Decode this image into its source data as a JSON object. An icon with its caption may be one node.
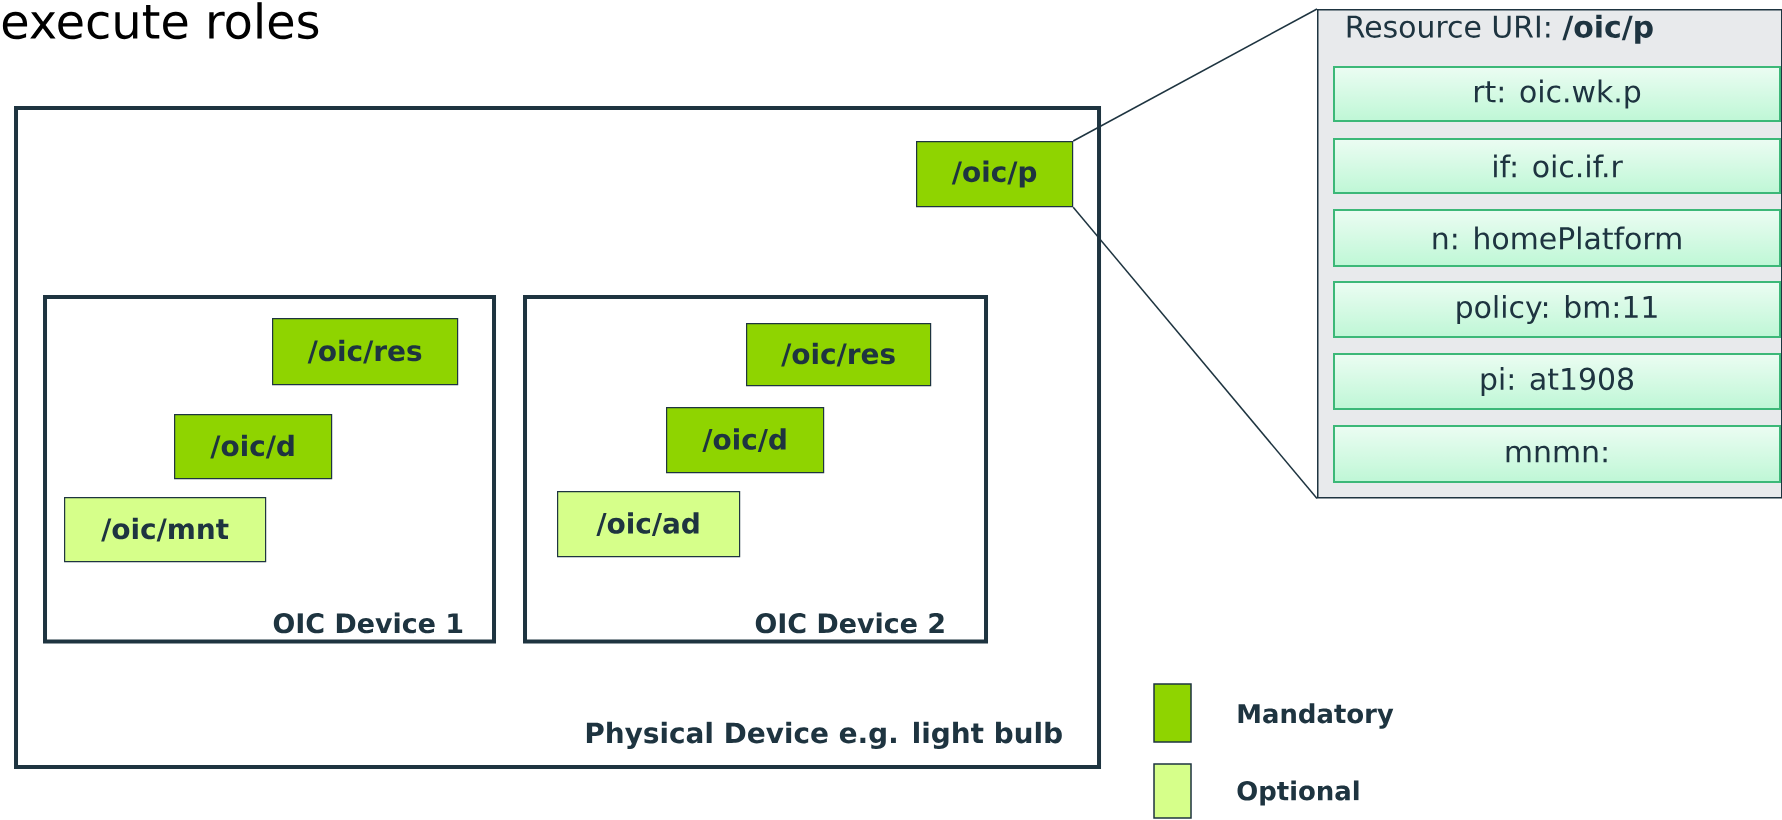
{
  "diagram": {
    "title": "execute roles",
    "nodes": [
      {
        "text": [
          "Physical Device e.g. light bulb"
        ]
      },
      {
        "text": [
          "OIC Device 1"
        ],
        "in": 0
      },
      {
        "text": [
          "OIC Device 2"
        ],
        "in": 0
      },
      {
        "text": [
          "/oic/p"
        ],
        "in": 0
      },
      {
        "text": [
          "/oic/res"
        ],
        "in": 1
      },
      {
        "text": [
          "/oic/d"
        ],
        "in": 1
      },
      {
        "text": [
          "/oic/mnt"
        ],
        "in": 1
      },
      {
        "text": [
          "/oic/res"
        ],
        "in": 2
      },
      {
        "text": [
          "/oic/d"
        ],
        "in": 2
      },
      {
        "text": [
          "/oic/ad"
        ],
        "in": 2
      },
      {
        "text": [
          "Resource URI: **/oic/p**"
        ]
      },
      {
        "text": [
          "rt: oic.wk.p"
        ],
        "in": 10
      },
      {
        "text": [
          "if: oic.if.r"
        ],
        "in": 10
      },
      {
        "text": [
          "n: homePlatform"
        ],
        "in": 10
      },
      {
        "text": [
          "policy: bm:11"
        ],
        "in": 10
      },
      {
        "text": [
          "pi: at1908"
        ],
        "in": 10
      },
      {
        "text": [
          "mnmn:"
        ],
        "in": 10
      }
    ],
    "edges": [
      {
        "from": 3,
        "to": 10,
        "arrow": "none"
      },
      {
        "from": 3,
        "to": 10,
        "arrow": "none"
      }
    ],
    "legend": [
      {
        "text": "Mandatory",
        "color": "#8fd400"
      },
      {
        "text": "Optional",
        "color": "#d6ff8a"
      }
    ]
  }
}
